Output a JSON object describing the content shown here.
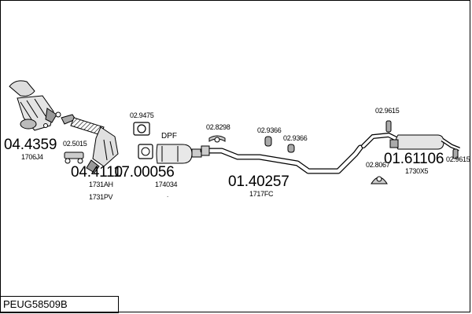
{
  "parts": [
    {
      "number": "04.4359",
      "ref": "1706J4"
    },
    {
      "number": "02.5015"
    },
    {
      "number": "04.4110",
      "ref": "1731AH",
      "ref2": "1731PV"
    },
    {
      "number": "02.9475"
    },
    {
      "number": "17.00056",
      "ref": "174034",
      "label": "DPF"
    },
    {
      "number": "02.8298"
    },
    {
      "number": "02.9366"
    },
    {
      "number": "02.9366"
    },
    {
      "number": "01.40257",
      "ref": "1717FC"
    },
    {
      "number": "02.9615"
    },
    {
      "number": "02.8067"
    },
    {
      "number": "01.61106",
      "ref": "1730X5"
    },
    {
      "number": "02.9615"
    }
  ],
  "dots": [
    "."
  ],
  "footer": {
    "code": "PEUG58509B"
  }
}
